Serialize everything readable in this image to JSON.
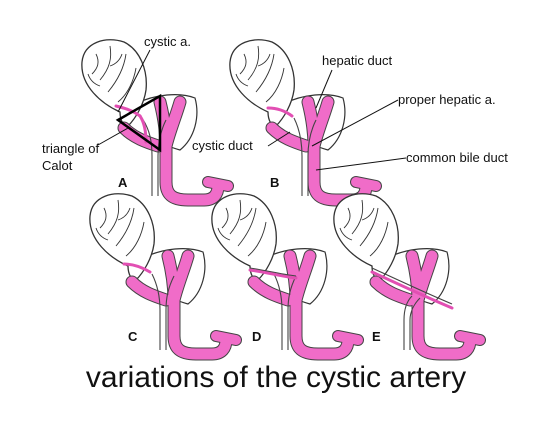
{
  "title": "variations of the cystic artery",
  "panels": [
    {
      "letter": "A"
    },
    {
      "letter": "B"
    },
    {
      "letter": "C"
    },
    {
      "letter": "D"
    },
    {
      "letter": "E"
    }
  ],
  "labels": {
    "cystic_artery": "cystic a.",
    "triangle_line1": "triangle of",
    "triangle_line2": "Calot",
    "cystic_duct": "cystic duct",
    "hepatic_duct": "hepatic duct",
    "proper_hepatic_artery": "proper hepatic a.",
    "common_bile_duct": "common bile duct"
  },
  "colors": {
    "duct": "#f06cc8",
    "artery": "#e24fb3",
    "triangle_outline": "#000000",
    "background": "#ffffff"
  }
}
